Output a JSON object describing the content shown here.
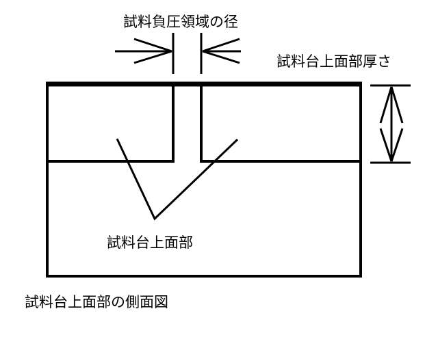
{
  "labels": {
    "pressure_region_diameter": "試料負圧領域の径",
    "top_thickness": "試料台上面部厚さ",
    "top_part": "試料台上面部",
    "caption": "試料台上面部の側面図"
  },
  "colors": {
    "line": "#000000",
    "background": "#ffffff"
  }
}
